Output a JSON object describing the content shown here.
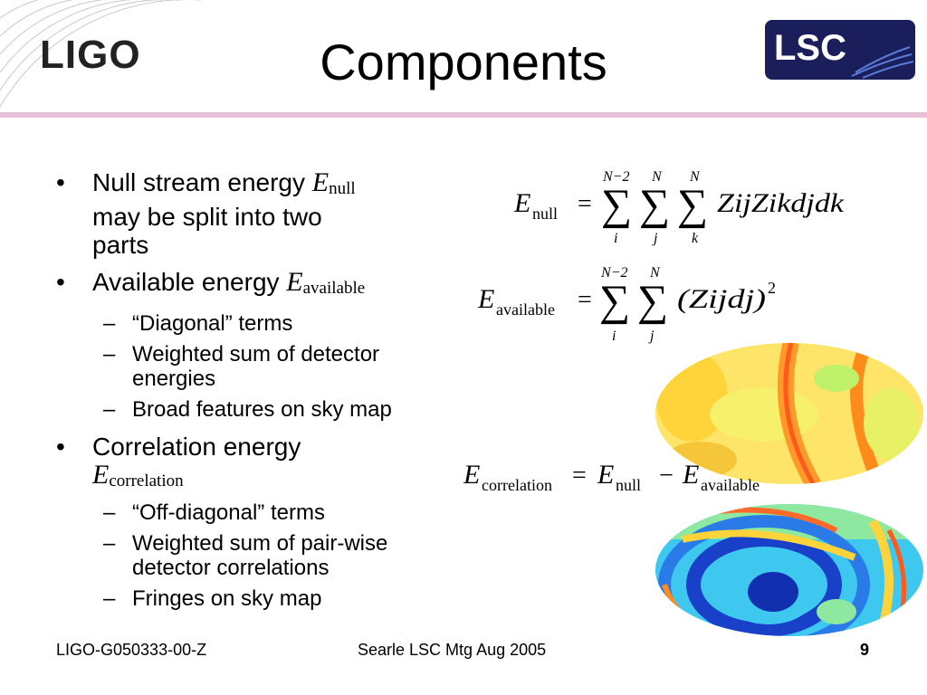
{
  "header": {
    "ligo_logo": "LIGO",
    "title": "Components",
    "lsc_logo": "LSC",
    "colors": {
      "rule": "#e7bfd7",
      "lsc_bg": "#1a1f5c"
    }
  },
  "bullets": [
    {
      "text": "Null stream energy",
      "symbol": "E",
      "sub": "null",
      "lines": [
        "may be split into two",
        "parts"
      ]
    },
    {
      "text": "Available energy",
      "symbol": "E",
      "sub": "available",
      "items": [
        "“Diagonal” terms",
        "Weighted sum of detector",
        "energies",
        "Broad features on sky map"
      ]
    },
    {
      "text": "Correlation energy",
      "symbol": "E",
      "sub": "correlation",
      "items": [
        "“Off-diagonal” terms",
        "Weighted sum of pair-wise",
        "detector correlations",
        "Fringes on sky map"
      ]
    }
  ],
  "equations": {
    "null": {
      "lhs": "E",
      "lhs_sub": "null",
      "eq": "=",
      "upper": [
        "N−2",
        "N",
        "N"
      ],
      "lower": [
        "i",
        "j",
        "k"
      ],
      "sigma": "∑",
      "body": "ZijZikdjdk"
    },
    "available": {
      "lhs": "E",
      "lhs_sub": "available",
      "eq": "=",
      "upper": [
        "N−2",
        "N"
      ],
      "lower": [
        "i",
        "j"
      ],
      "sigma": "∑",
      "body": "(Zijdj)",
      "power": "2"
    },
    "correlation": {
      "lhs": "E",
      "lhs_sub": "correlation",
      "eq": "=",
      "t1": "E",
      "t1_sub": "null",
      "minus": "−",
      "t2": "E",
      "t2_sub": "available"
    }
  },
  "footer": {
    "left": "LIGO-G050333-00-Z",
    "center": "Searle LSC Mtg Aug 2005",
    "page": "9"
  }
}
